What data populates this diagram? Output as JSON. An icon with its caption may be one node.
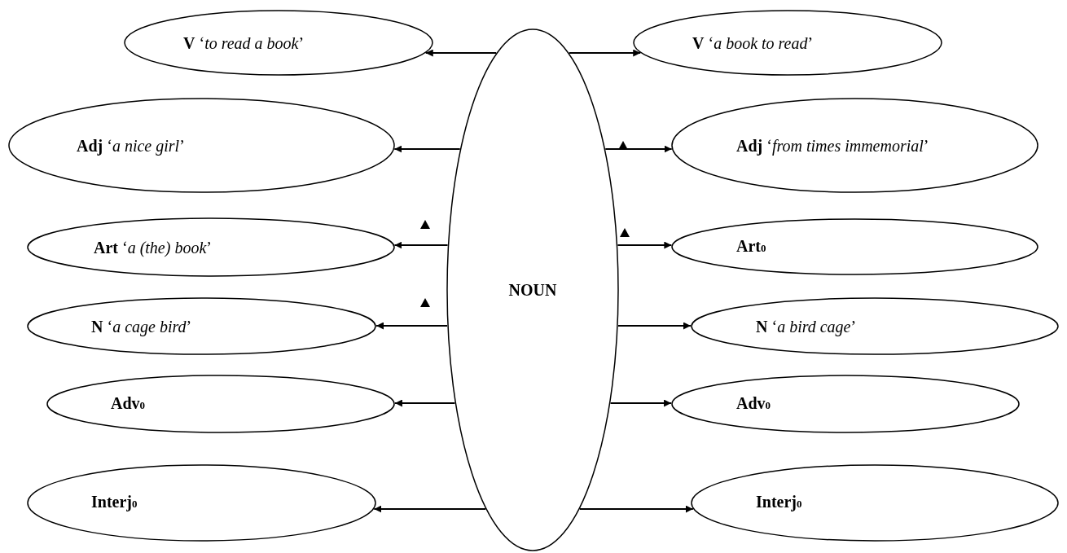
{
  "diagram": {
    "nodes": [
      {
        "text": [
          "NOUN"
        ]
      },
      {
        "text": [
          "**V** ‘*to read a book*’"
        ]
      },
      {
        "text": [
          "**V** ‘*a book to read*’"
        ]
      },
      {
        "text": [
          "**Adj** ‘*a nice girl*’"
        ]
      },
      {
        "text": [
          "**Adj** ‘*from times immemorial*’"
        ]
      },
      {
        "text": [
          "**Art** ‘*a (the) book*’"
        ]
      },
      {
        "text": [
          "**Art**$_{0}$"
        ]
      },
      {
        "text": [
          "**N** ‘*a cage bird*’"
        ]
      },
      {
        "text": [
          "**N** ‘*a bird cage*’"
        ]
      },
      {
        "text": [
          "**Adv**$_{0}$"
        ]
      },
      {
        "text": [
          "**Adv**$_{0}$"
        ]
      },
      {
        "text": [
          "**Interj**$_{0}$"
        ]
      },
      {
        "text": [
          "**Interj**$_{0}$"
        ]
      }
    ],
    "edges": [
      {
        "from": 0,
        "to": 1,
        "arrow": "to"
      },
      {
        "from": 0,
        "to": 2,
        "arrow": "to"
      },
      {
        "from": 0,
        "to": 3,
        "arrow": "to"
      },
      {
        "from": 0,
        "to": 4,
        "arrow": "to"
      },
      {
        "from": 0,
        "to": 5,
        "arrow": "to"
      },
      {
        "from": 0,
        "to": 6,
        "arrow": "to"
      },
      {
        "from": 0,
        "to": 7,
        "arrow": "to"
      },
      {
        "from": 0,
        "to": 8,
        "arrow": "to"
      },
      {
        "from": 0,
        "to": 9,
        "arrow": "to"
      },
      {
        "from": 0,
        "to": 10,
        "arrow": "to"
      },
      {
        "from": 0,
        "to": 11,
        "arrow": "to"
      },
      {
        "from": 0,
        "to": 12,
        "arrow": "to"
      }
    ]
  }
}
